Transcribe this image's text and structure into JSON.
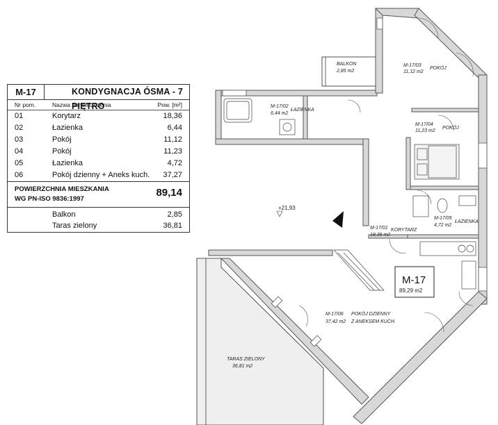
{
  "table": {
    "unit_id": "M-17",
    "floor_title": "KONDYGNACJA ÓSMA - 7 PIĘTRO",
    "headers": {
      "nr": "Nr pom.",
      "name": "Nazwa pomieszczenia",
      "area": "Pow. [m²]"
    },
    "rooms": [
      {
        "nr": "01",
        "name": "Korytarz",
        "area": "18,36"
      },
      {
        "nr": "02",
        "name": "Łazienka",
        "area": "6,44"
      },
      {
        "nr": "03",
        "name": "Pokój",
        "area": "11,12"
      },
      {
        "nr": "04",
        "name": "Pokój",
        "area": "11,23"
      },
      {
        "nr": "05",
        "name": "Łazienka",
        "area": "4,72"
      },
      {
        "nr": "06",
        "name": "Pokój dzienny + Aneks kuch.",
        "area": "37,27"
      }
    ],
    "summary": {
      "label_1": "POWIERZCHNIA MIESZKANIA",
      "label_2": "WG PN-ISO 9836:1997",
      "value": "89,14"
    },
    "extras": [
      {
        "name": "Balkon",
        "area": "2,85"
      },
      {
        "name": "Taras zielony",
        "area": "36,81"
      }
    ]
  },
  "plan": {
    "balkon": {
      "name": "BALKON",
      "area": "2,85 m2"
    },
    "rooms": [
      {
        "code": "M-17/03",
        "name": "POKÓJ",
        "area": "11,12 m2"
      },
      {
        "code": "M-17/04",
        "name": "POKÓJ",
        "area": "11,23 m2"
      },
      {
        "code": "M-17/02",
        "name": "ŁAZIENKA",
        "area": "6,44 m2"
      },
      {
        "code": "M-17/01",
        "name": "KORYTARZ",
        "area": "18,36 m2"
      },
      {
        "code": "M-17/05",
        "name": "ŁAZIENKA",
        "area": "4,72 m2"
      },
      {
        "code": "M-17/06",
        "name_1": "POKÓJ DZIENNY",
        "name_2": "Z ANEKSEM KUCH.",
        "area": "37,42 m2"
      }
    ],
    "unit": {
      "id": "M-17",
      "area": "89,29 m2"
    },
    "level": "+21,93",
    "taras": {
      "name": "TARAS ZIELONY",
      "area": "36,81 m2"
    }
  },
  "colors": {
    "wall": "#777777",
    "wall_fill": "#d8d8d8",
    "line": "#222222",
    "terrace": "#eeeeee"
  }
}
